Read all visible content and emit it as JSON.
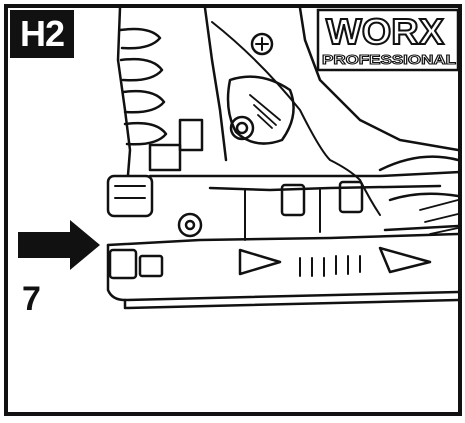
{
  "figure": {
    "label": "H2",
    "callout_number": "7",
    "brand_logo_text": "WORX",
    "brand_logo_subtext": "PROFESSIONAL",
    "colors": {
      "ink": "#111111",
      "paper": "#ffffff"
    },
    "icons": [
      "arrow-right-icon"
    ]
  }
}
